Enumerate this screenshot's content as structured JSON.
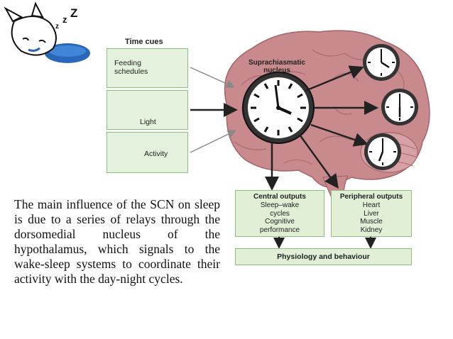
{
  "diagram": {
    "time_cues_title": "Time cues",
    "cues": [
      {
        "label": "Feeding\nschedules",
        "icon": "plate-and-cutlery-icon"
      },
      {
        "label": "Light",
        "icon": "sun-and-eye-icon"
      },
      {
        "label": "Activity",
        "icon": "runner-icon"
      }
    ],
    "scn_label": "Suprachiasmatic\nnucleus",
    "central_outputs": {
      "title": "Central outputs",
      "items": [
        "Sleep–wake",
        "cycles",
        "Cognitive",
        "performance"
      ]
    },
    "peripheral_outputs": {
      "title": "Peripheral outputs",
      "items": [
        "Heart",
        "Liver",
        "Muscle",
        "Kidney"
      ]
    },
    "bottom_bar": "Physiology and behaviour"
  },
  "body_text": "The main influence of the SCN on sleep is due to a series of relays through the dorsomedial nucleus of the hypothalamus, which signals to the wake-sleep systems to coordinate their activity with the day-night cycles.",
  "colors": {
    "brain": "#c98a8e",
    "box_fill": "#e0efd6",
    "box_border": "#8fbf7c",
    "arrow": "#222222",
    "sleeper_blue": "#2a67b8"
  }
}
